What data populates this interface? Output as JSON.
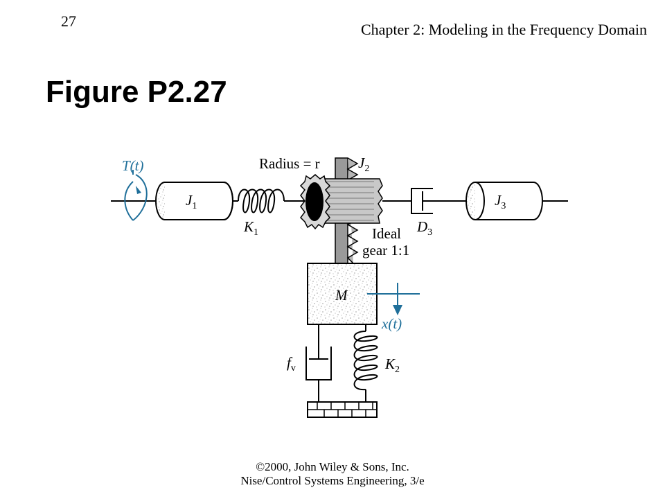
{
  "header": {
    "slide_number": "27",
    "chapter": "Chapter 2: Modeling in the Frequency Domain"
  },
  "title": "Figure P2.27",
  "footer": {
    "line1": "©2000, John Wiley & Sons, Inc.",
    "line2": "Nise/Control Systems Engineering, 3/e"
  },
  "diagram": {
    "torque_label": "T(t)",
    "inertia_1": "J",
    "inertia_1_sub": "1",
    "spring_1": "K",
    "spring_1_sub": "1",
    "radius_label": "Radius = r",
    "inertia_2": "J",
    "inertia_2_sub": "2",
    "damper_3": "D",
    "damper_3_sub": "3",
    "inertia_3": "J",
    "inertia_3_sub": "3",
    "gear_label_1": "Ideal",
    "gear_label_2": "gear 1:1",
    "mass": "M",
    "displacement": "x(t)",
    "damper_v": "f",
    "damper_v_sub": "v",
    "spring_2": "K",
    "spring_2_sub": "2",
    "accent_color": "#1f6f9a"
  }
}
